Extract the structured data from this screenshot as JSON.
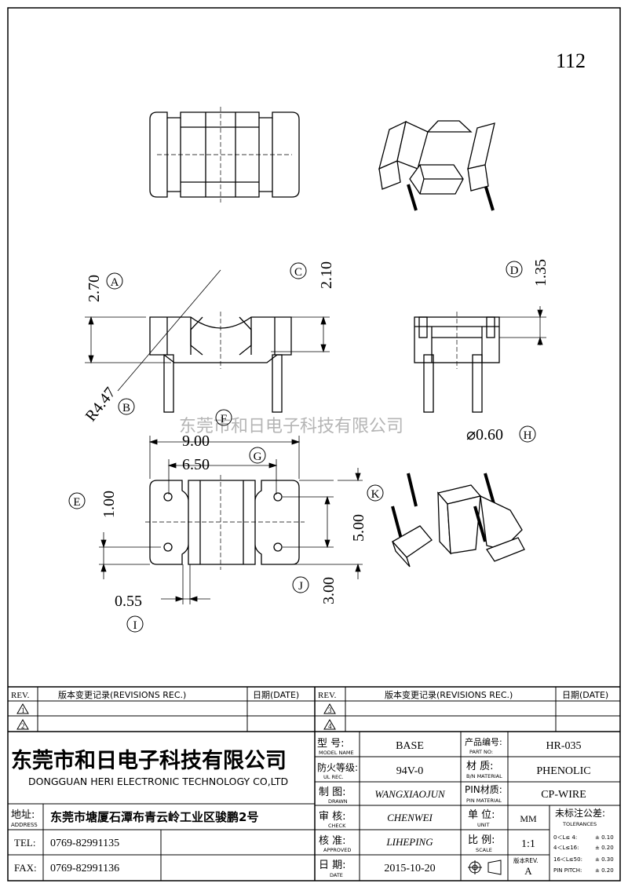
{
  "page_number": "112",
  "watermark": "东莞市和日电子科技有限公司",
  "dims": {
    "A_value": "2.70",
    "A_label": "A",
    "B_value": "R4.47",
    "B_label": "B",
    "C_value": "2.10",
    "C_label": "C",
    "D_value": "1.35",
    "D_label": "D",
    "F_value": "9.00",
    "F_label": "F",
    "G_value": "6.50",
    "G_label": "G",
    "H_value": "⌀0.60",
    "H_label": "H",
    "E_value": "1.00",
    "E_label": "E",
    "K_label": "K",
    "K_value": "5.00",
    "J_value": "3.00",
    "J_label": "J",
    "I_value": "0.55",
    "I_label": "I"
  },
  "revisions": {
    "rev_header": "REV.",
    "rec_header": "版本变更记录(REVISIONS REC.)",
    "date_header": "日期(DATE)",
    "left_rows": [
      "1",
      "2"
    ],
    "right_rows": [
      "3",
      "4"
    ]
  },
  "company": {
    "name_cn": "东莞市和日电子科技有限公司",
    "name_en": "DONGGUAN HERI ELECTRONIC TECHNOLOGY CO,LTD",
    "address_label_cn": "地址:",
    "address_label_en": "ADDRESS",
    "address": "东莞市塘厦石潭布青云岭工业区骏鹏2号",
    "tel_label": "TEL:",
    "tel": "0769-82991135",
    "fax_label": "FAX:",
    "fax": "0769-82991136"
  },
  "title_block": {
    "model_label_cn": "型  号:",
    "model_label_en": "MODEL NAME",
    "model": "BASE",
    "partno_label_cn": "产品编号:",
    "partno_label_en": "PART NO:",
    "partno": "HR-035",
    "ul_label_cn": "防火等级:",
    "ul_label_en": "UL REC.",
    "ul": "94V-0",
    "material_label_cn": "材  质:",
    "material_label_en": "B/N MATERIAL",
    "material": "PHENOLIC",
    "drawn_label_cn": "制  图:",
    "drawn_label_en": "DRAWN",
    "drawn": "WANGXIAOJUN",
    "pin_label_cn": "PIN材质:",
    "pin_label_en": "PIN MATERIAL",
    "pin": "CP-WIRE",
    "check_label_cn": "审  核:",
    "check_label_en": "CHECK",
    "check": "CHENWEI",
    "unit_label_cn": "单  位:",
    "unit_label_en": "UNIT",
    "unit": "MM",
    "tol_label_cn": "未标注公差:",
    "tol_label_en": "TOLERANCES",
    "approved_label_cn": "核  准:",
    "approved_label_en": "APPROVED",
    "approved": "LIHEPING",
    "scale_label_cn": "比  例:",
    "scale_label_en": "SCALE",
    "scale": "1:1",
    "date_label_cn": "日  期:",
    "date_label_en": "DATE",
    "date": "2015-10-20",
    "rev_label_cn": "版本REV.",
    "rev": "A",
    "tolerances": [
      {
        "range": "0＜L≤ 4:",
        "value": "± 0.10"
      },
      {
        "range": "4＜L≤16:",
        "value": "± 0.20"
      },
      {
        "range": "16＜L≤50:",
        "value": "± 0.30"
      },
      {
        "range": "PIN PITCH:",
        "value": "± 0.20"
      }
    ]
  }
}
